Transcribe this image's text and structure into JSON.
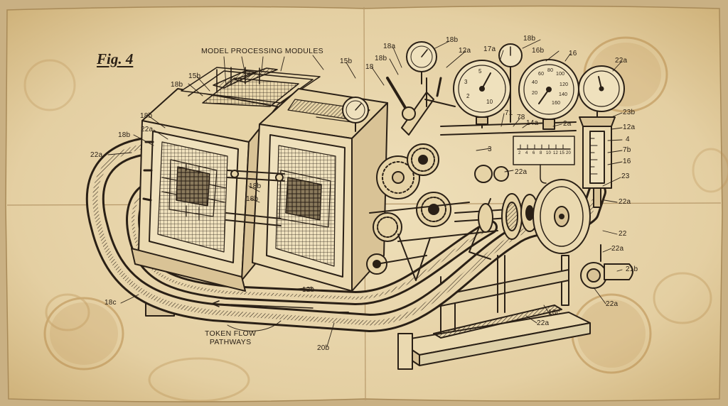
{
  "figure_label": "Fig. 4",
  "captions": {
    "modules": "MODEL PROCESSING MODULES",
    "token_flow_line1": "TOKEN FLOW",
    "token_flow_line2": "PATHWAYS"
  },
  "callouts": [
    {
      "id": "c1",
      "text": "18b"
    },
    {
      "id": "c2",
      "text": "15b"
    },
    {
      "id": "c3",
      "text": "18b"
    },
    {
      "id": "c4",
      "text": "22a"
    },
    {
      "id": "c5",
      "text": "18b"
    },
    {
      "id": "c6",
      "text": "22a"
    },
    {
      "id": "c7",
      "text": "15b"
    },
    {
      "id": "c8",
      "text": "18"
    },
    {
      "id": "c9",
      "text": "18b"
    },
    {
      "id": "c10",
      "text": "18b"
    },
    {
      "id": "c11",
      "text": "18a"
    },
    {
      "id": "c12",
      "text": "18b"
    },
    {
      "id": "c13",
      "text": "18b"
    },
    {
      "id": "c14",
      "text": "12a"
    },
    {
      "id": "c15",
      "text": "17a"
    },
    {
      "id": "c16",
      "text": "18b"
    },
    {
      "id": "c17",
      "text": "16b"
    },
    {
      "id": "c18",
      "text": "16"
    },
    {
      "id": "c19",
      "text": "22a"
    },
    {
      "id": "c20",
      "text": "23b"
    },
    {
      "id": "c21",
      "text": "12a"
    },
    {
      "id": "c22",
      "text": "4"
    },
    {
      "id": "c23",
      "text": "7b"
    },
    {
      "id": "c24",
      "text": "16"
    },
    {
      "id": "c25",
      "text": "23"
    },
    {
      "id": "c26",
      "text": "22a"
    },
    {
      "id": "c27",
      "text": "22"
    },
    {
      "id": "c28",
      "text": "22a"
    },
    {
      "id": "c29",
      "text": "21b"
    },
    {
      "id": "c30",
      "text": "22a"
    },
    {
      "id": "c31",
      "text": "18c"
    },
    {
      "id": "c32",
      "text": "22a"
    },
    {
      "id": "c33",
      "text": "12b"
    },
    {
      "id": "c34",
      "text": "20b"
    },
    {
      "id": "c35",
      "text": "18c"
    },
    {
      "id": "c36",
      "text": "71"
    },
    {
      "id": "c37",
      "text": "78"
    },
    {
      "id": "c38",
      "text": "14a"
    },
    {
      "id": "c39",
      "text": "2a"
    },
    {
      "id": "c40",
      "text": "3"
    },
    {
      "id": "c41",
      "text": "22a"
    }
  ],
  "gauges": {
    "left_dial": [
      "5",
      "3",
      "2",
      "10"
    ],
    "right_dial": [
      "40",
      "60",
      "80",
      "100",
      "120",
      "140",
      "160",
      "20"
    ],
    "scale_ticks": [
      "2",
      "4",
      "6",
      "8",
      "10",
      "12",
      "15",
      "20"
    ]
  },
  "colors": {
    "paper": "#e9d8b0",
    "ink": "#2a2016",
    "stain": "#b88c4e"
  }
}
